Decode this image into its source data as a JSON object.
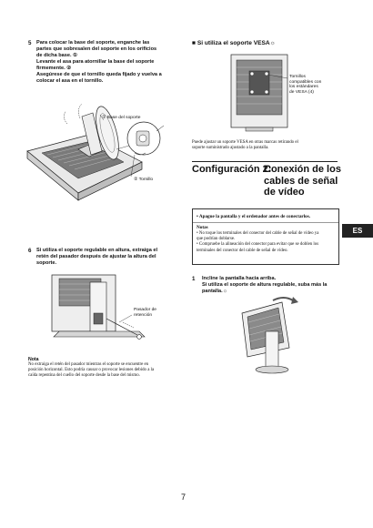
{
  "step5": {
    "number": "5",
    "line1": "Para colocar la base del soporte, enganche las",
    "line2": "partes que sobresalen del soporte en los orificios",
    "line3": "de dicha base. ①",
    "line4": "Levante el asa para atornillar la base del soporte",
    "line5": "firmemente. ②",
    "line6": "Asegúrese de que el tornillo queda fijado y vuelva a",
    "line7": "colocar el asa en el tornillo."
  },
  "fig1": {
    "label1": "① Base del soporte",
    "label2": "② Tornillo"
  },
  "step6": {
    "number": "6",
    "line1": "Si utiliza el soporte regulable en altura, extraiga el",
    "line2": "retén del pasador después de ajustar la altura del",
    "line3": "soporte."
  },
  "fig2": {
    "label_line1": "Pasador de",
    "label_line2": "retención"
  },
  "note_left": {
    "title": "Nota",
    "line1": "No extraiga el retén del pasador mientras el soporte se encuentre en",
    "line2": "posición horizontal. Esto podría causar o provocar lesiones debido a la",
    "line3": "caída repentina del cuello del soporte desde la base del mismo."
  },
  "vesa": {
    "heading": "■  Si utiliza el soporte VESA☼",
    "label_line1": "Tornillos",
    "label_line2": "compatibles con",
    "label_line3": "los estándares",
    "label_line4": "de VESA (4)",
    "caption1": "Puede ajustar un soporte VESA en otras marcas retirando el",
    "caption2": "soporte suministrado ajustado a la pantalla."
  },
  "section": {
    "heading_prefix": "Configuración 2:",
    "heading_line1": "Conexión de los",
    "heading_line2": "cables de señal",
    "heading_line3": "de vídeo"
  },
  "warning_box": {
    "main": "•  Apague la pantalla y el ordenador antes de conectarlos.",
    "notes_title": "Notas",
    "bullet1_line1": "•  No toque los terminales del conector del cable de señal de vídeo ya",
    "bullet1_line2": "   que podrían doblarse.",
    "bullet2_line1": "•  Compruebe la alineación del conector para evitar que se doblen los",
    "bullet2_line2": "   terminales del conector del cable de señal de vídeo."
  },
  "lang_tab": "ES",
  "step1": {
    "number": "1",
    "line1": "Incline la pantalla hacia arriba.",
    "line2": "Si utiliza el soporte de altura regulable, suba más la",
    "line3": "pantalla.☼"
  },
  "page_number": "7"
}
